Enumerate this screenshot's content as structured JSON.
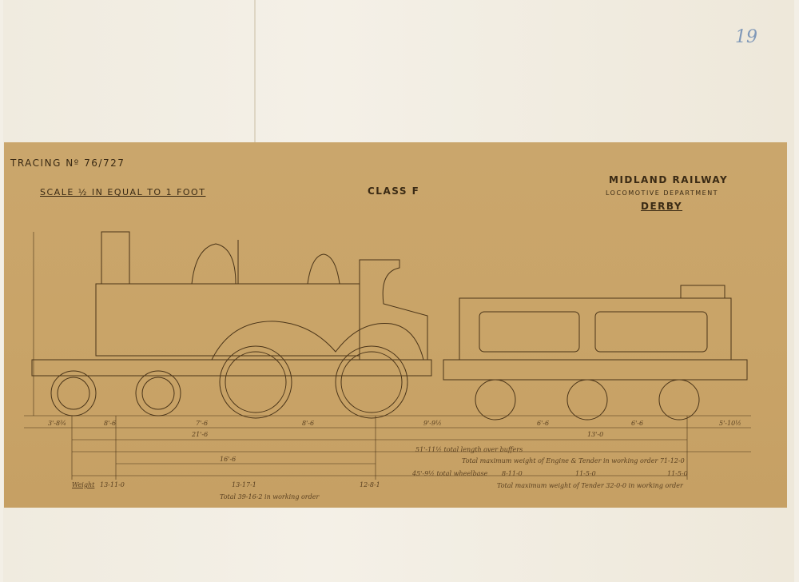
{
  "sheet_number": "19",
  "header": {
    "tracing": "TRACING Nº 76/727",
    "scale": "SCALE ½ IN EQUAL TO 1 FOOT",
    "class": "CLASS F",
    "company": "MIDLAND RAILWAY",
    "department": "LOCOMOTIVE DEPARTMENT",
    "location": "DERBY"
  },
  "dimensions": {
    "row1": [
      "3'-8¾",
      "8'-6",
      "7'-6",
      "8'-6",
      "9'-9½",
      "6'-6",
      "6'-6",
      "5'-10½"
    ],
    "engine_wheelbase": "21'-6",
    "tender_wheelbase": "13'-0",
    "coupled": "16'-6"
  },
  "notes": {
    "length": "51'-11½ total length over buffers",
    "total_weight": "Total maximum weight of Engine & Tender in working order 71-12-0",
    "wheelbase": "45'-9½ total wheelbase",
    "weight_label": "Weight",
    "engine_weights": [
      "13-11-0",
      "13-17-1",
      "12-8-1"
    ],
    "engine_total": "Total 39-16-2 in working order",
    "tender_weights": [
      "8-11-0",
      "11-5-0",
      "11-5-0"
    ],
    "tender_total": "Total maximum weight of Tender 32-0-0 in working order"
  },
  "colors": {
    "paper": "#f0ebdf",
    "tracing": "#c9a468",
    "ink": "#3a2a14"
  }
}
